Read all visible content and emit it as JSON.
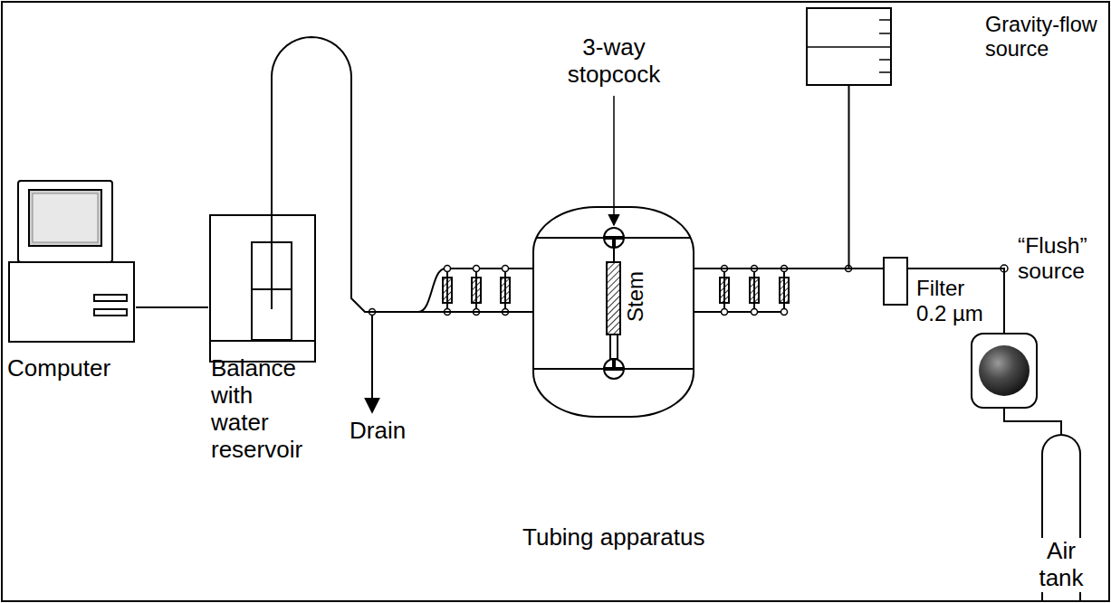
{
  "diagram": {
    "nodes": [
      {
        "text": [
          "Computer"
        ]
      },
      {
        "text": [
          "Balance with water reservoir"
        ]
      },
      {
        "text": [
          "Tubing apparatus"
        ]
      },
      {
        "text": [
          "Stem"
        ],
        "in": 2
      },
      {
        "text": [
          "Gravity-flow source"
        ]
      },
      {
        "text": [
          "Filter 0.2 µm"
        ]
      },
      {
        "text": [
          "“Flush” source"
        ]
      },
      {
        "text": [
          "Air tank"
        ]
      }
    ],
    "edges": [
      {
        "from": 0,
        "to": 1,
        "arrow": "none"
      },
      {
        "from": 1,
        "to": 2,
        "arrow": "none"
      },
      {
        "from": 4,
        "to": 2,
        "arrow": "none"
      },
      {
        "from": 5,
        "to": 2,
        "arrow": "none"
      },
      {
        "from": 6,
        "to": 5,
        "arrow": "none"
      },
      {
        "from": 7,
        "to": 6,
        "arrow": "none"
      }
    ],
    "labels": [
      "3-way stopcock",
      "Drain"
    ]
  }
}
